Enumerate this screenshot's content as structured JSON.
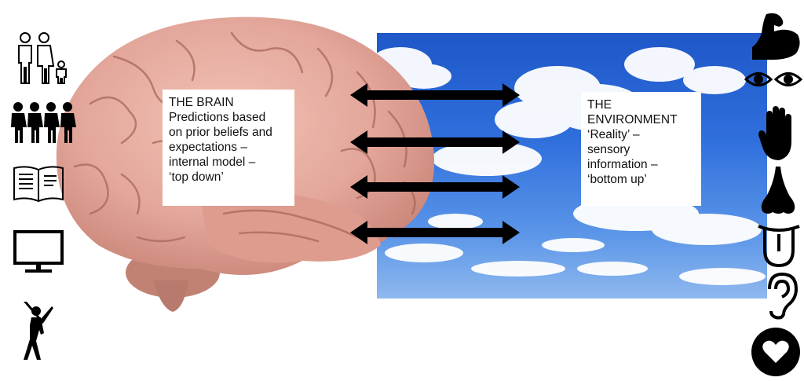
{
  "brain_box": {
    "lines": [
      "THE BRAIN",
      "Predictions based",
      "on prior beliefs and",
      "expectations –",
      "internal model –",
      "‘top down’"
    ]
  },
  "environment_box": {
    "lines": [
      "THE",
      "ENVIRONMENT",
      "‘Reality’ –",
      "sensory",
      "information –",
      "‘bottom up’"
    ]
  },
  "left_icons": [
    "family-icon",
    "group-of-people-icon",
    "open-book-icon",
    "television-icon",
    "golfer-icon"
  ],
  "right_icons": [
    "flexed-arm-icon",
    "eyes-icon",
    "hand-icon",
    "nose-icon",
    "tongue-icon",
    "ear-icon",
    "heart-icon"
  ],
  "colors": {
    "arrow": "#000000",
    "sky": "#2f6fdc",
    "brain": "#e3a69a"
  }
}
